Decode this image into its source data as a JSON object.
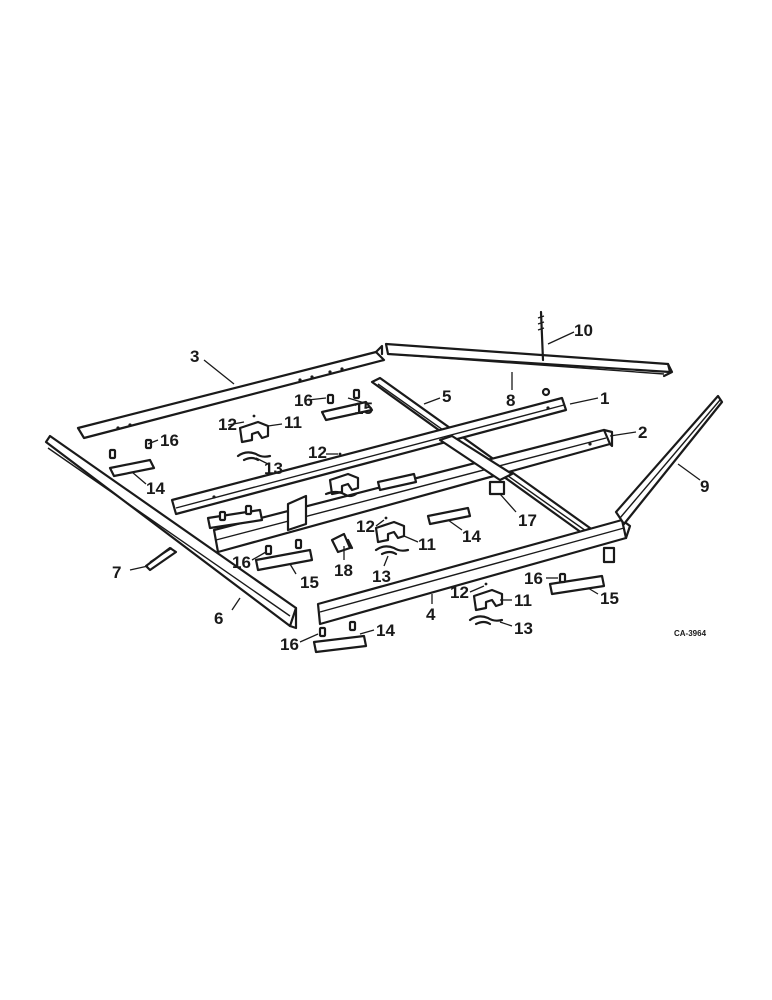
{
  "callouts": {
    "c1": "1",
    "c2": "2",
    "c3": "3",
    "c4": "4",
    "c5": "5",
    "c6": "6",
    "c7": "7",
    "c8": "8",
    "c9": "9",
    "c10": "10",
    "c11a": "11",
    "c11b": "11",
    "c11c": "11",
    "c12a": "12",
    "c12b": "12",
    "c12c": "12",
    "c12d": "12",
    "c13a": "13",
    "c13b": "13",
    "c13c": "13",
    "c14a": "14",
    "c14b": "14",
    "c14c": "14",
    "c15a": "15",
    "c15b": "15",
    "c15c": "15",
    "c16a": "16",
    "c16b": "16",
    "c16c": "16",
    "c16d": "16",
    "c16e": "16",
    "c17": "17",
    "c18": "18"
  },
  "drawing_code": "CA-3964"
}
